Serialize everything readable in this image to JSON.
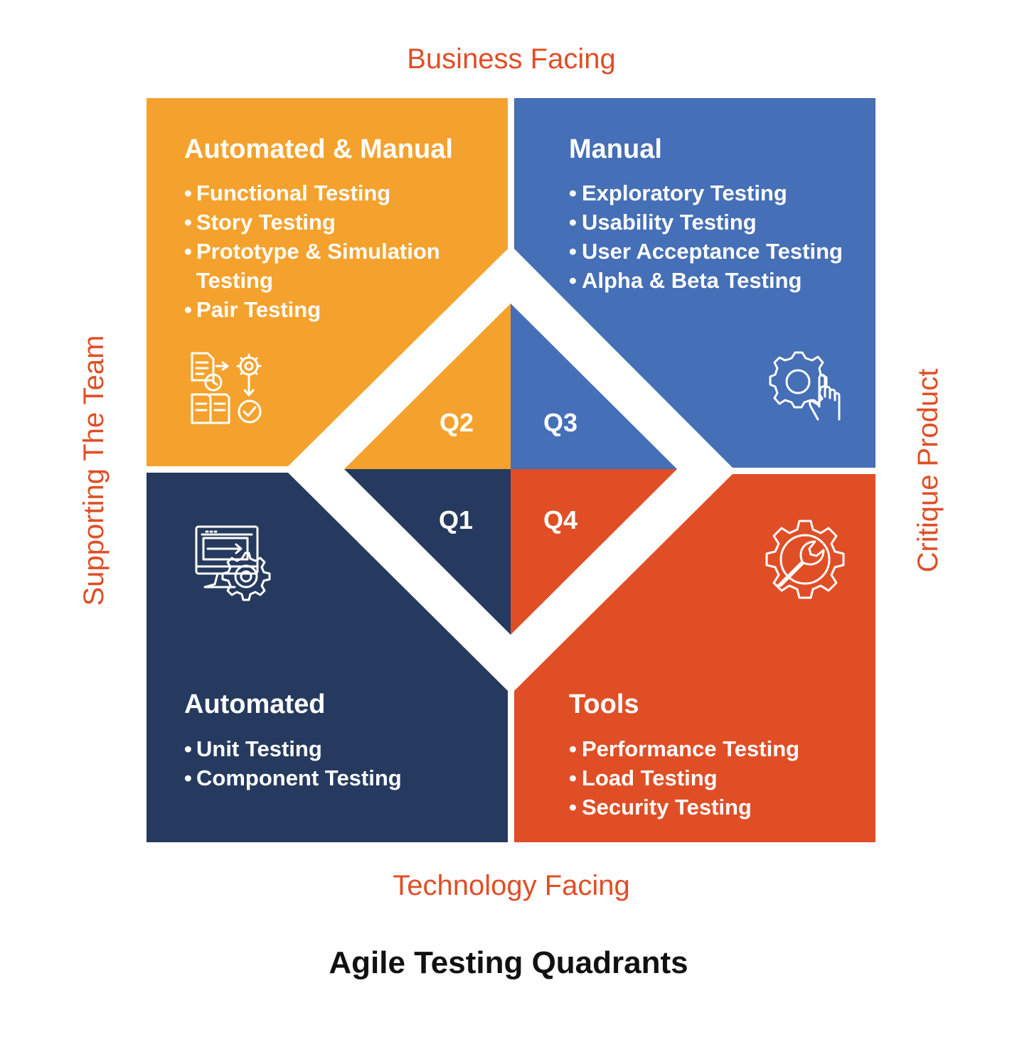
{
  "axes": {
    "top": "Business Facing",
    "bottom": "Technology Facing",
    "left": "Supporting The Team",
    "right": "Critique Product"
  },
  "colors": {
    "q2": "#f4a22d",
    "q3": "#456fb6",
    "q1": "#253a5e",
    "q4": "#e04e26",
    "axis_text": "#e04e26"
  },
  "quadrants": {
    "q2": {
      "label": "Q2",
      "title": "Automated & Manual",
      "items": [
        "Functional Testing",
        "Story Testing",
        "Prototype & Simulation",
        "Testing",
        "Pair Testing"
      ],
      "icon": "document-workflow-gear-icon"
    },
    "q3": {
      "label": "Q3",
      "title": "Manual",
      "items": [
        "Exploratory Testing",
        "Usability Testing",
        "User Acceptance Testing",
        "Alpha & Beta Testing"
      ],
      "icon": "gear-hand-icon"
    },
    "q1": {
      "label": "Q1",
      "title": "Automated",
      "items": [
        "Unit Testing",
        "Component Testing"
      ],
      "icon": "monitor-gear-icon"
    },
    "q4": {
      "label": "Q4",
      "title": "Tools",
      "items": [
        "Performance Testing",
        "Load Testing",
        "Security Testing"
      ],
      "icon": "gear-wrench-icon"
    }
  },
  "title": "Agile Testing Quadrants"
}
